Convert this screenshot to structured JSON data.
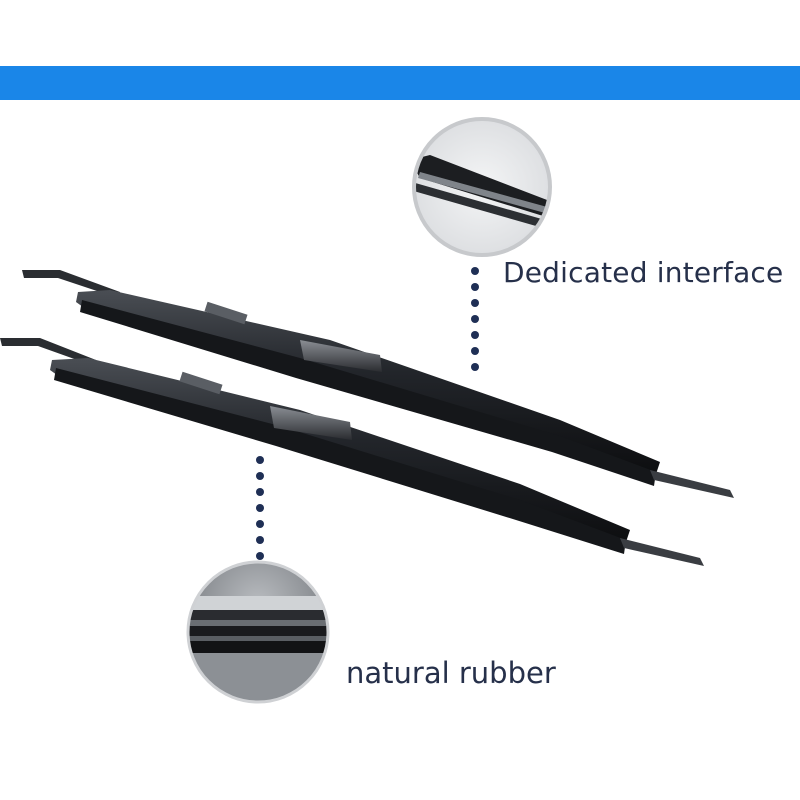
{
  "banner": {
    "color": "#1a86e8"
  },
  "callouts": {
    "interface": {
      "label": "Dedicated interface",
      "icon": "zoom-circle-connector"
    },
    "rubber": {
      "label": "natural rubber",
      "icon": "zoom-circle-rubber"
    }
  },
  "colors": {
    "dots": "#1f2f55",
    "text": "#26304a",
    "blade": "#1b1d20"
  }
}
